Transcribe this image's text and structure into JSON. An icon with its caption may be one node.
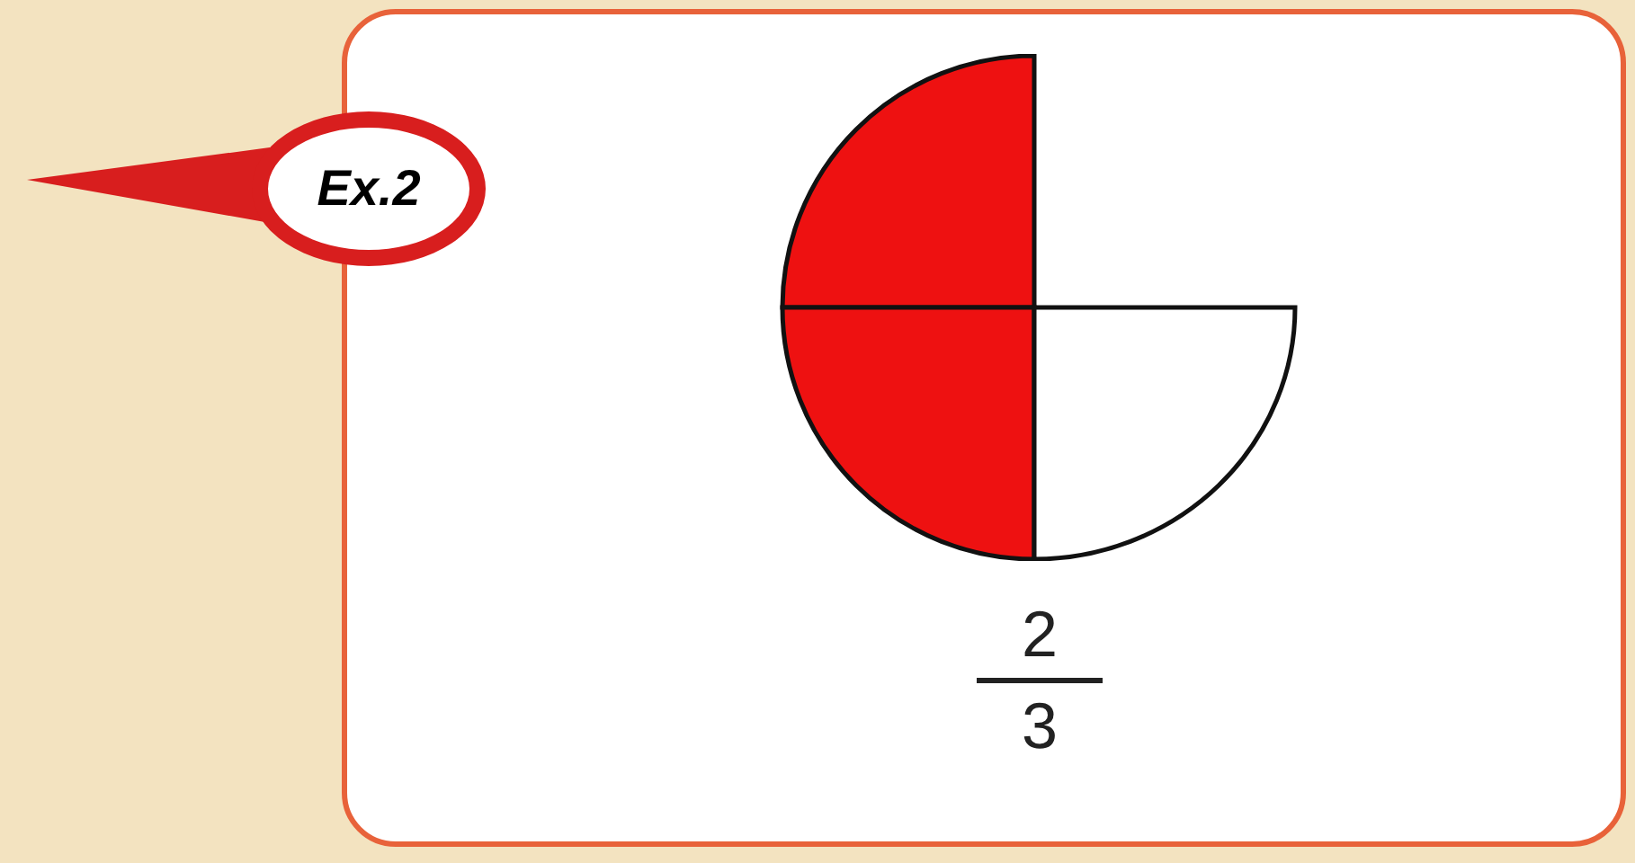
{
  "diagram": {
    "nodes": [
      {
        "text": [
          "Ex.2"
        ]
      }
    ],
    "labels": [
      "2",
      "3"
    ]
  }
}
